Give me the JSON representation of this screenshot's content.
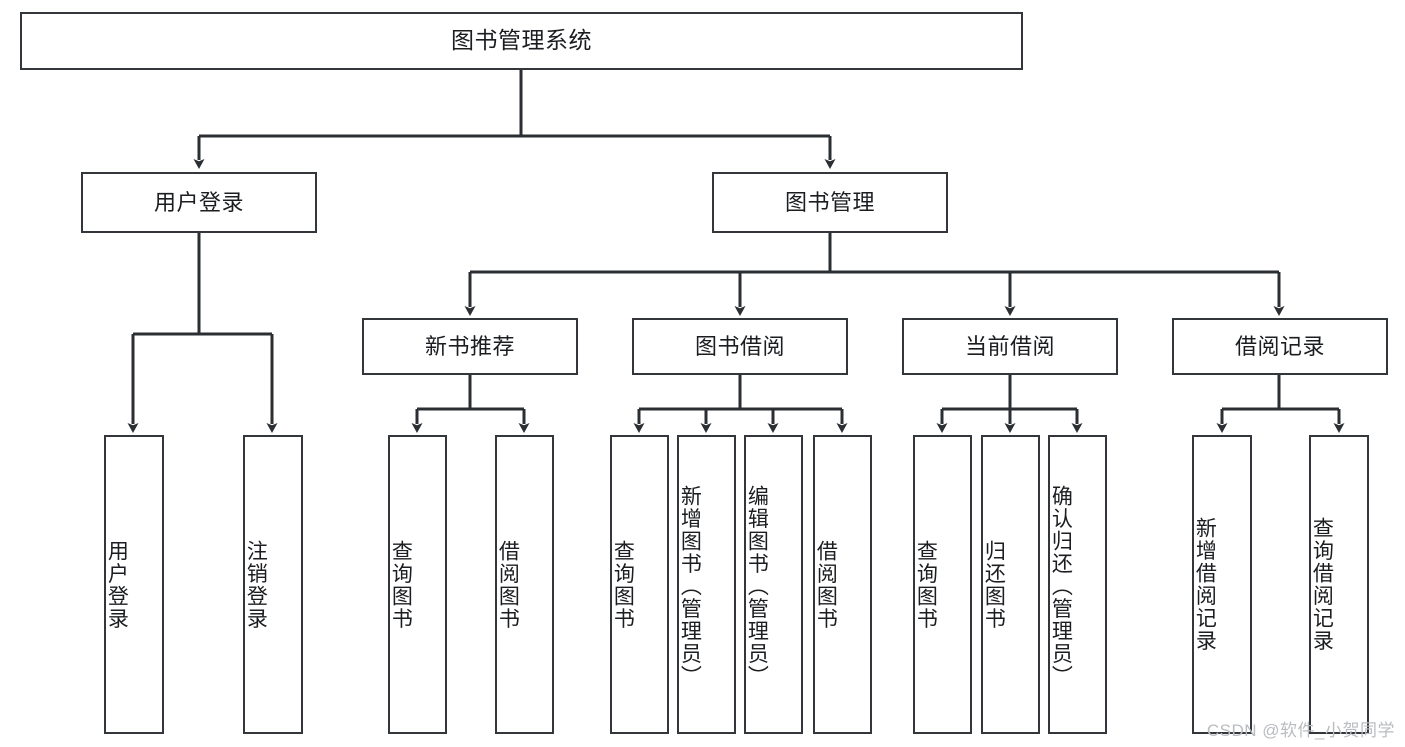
{
  "diagram": {
    "title": "图书管理系统",
    "watermark": "CSDN @软件_小贺同学",
    "colors": {
      "stroke": "#33363a",
      "fill": "#ffffff",
      "text": "#1b1d20",
      "watermark": "#b9bcc0"
    },
    "root": {
      "label": "图书管理系统"
    },
    "level2": [
      {
        "label": "用户登录"
      },
      {
        "label": "图书管理"
      }
    ],
    "level3": [
      {
        "label": "新书推荐"
      },
      {
        "label": "图书借阅"
      },
      {
        "label": "当前借阅"
      },
      {
        "label": "借阅记录"
      }
    ],
    "leaves": {
      "user_login": [
        {
          "label": "用户登录"
        },
        {
          "label": "注销登录"
        }
      ],
      "new_book": [
        {
          "label": "查询图书"
        },
        {
          "label": "借阅图书"
        }
      ],
      "book_borrow": [
        {
          "label": "查询图书"
        },
        {
          "label": "新增图书（管理员）"
        },
        {
          "label": "编辑图书（管理员）"
        },
        {
          "label": "借阅图书"
        }
      ],
      "current_borrow": [
        {
          "label": "查询图书"
        },
        {
          "label": "归还图书"
        },
        {
          "label": "确认归还（管理员）"
        }
      ],
      "borrow_record": [
        {
          "label": "新增借阅记录"
        },
        {
          "label": "查询借阅记录"
        }
      ]
    }
  }
}
